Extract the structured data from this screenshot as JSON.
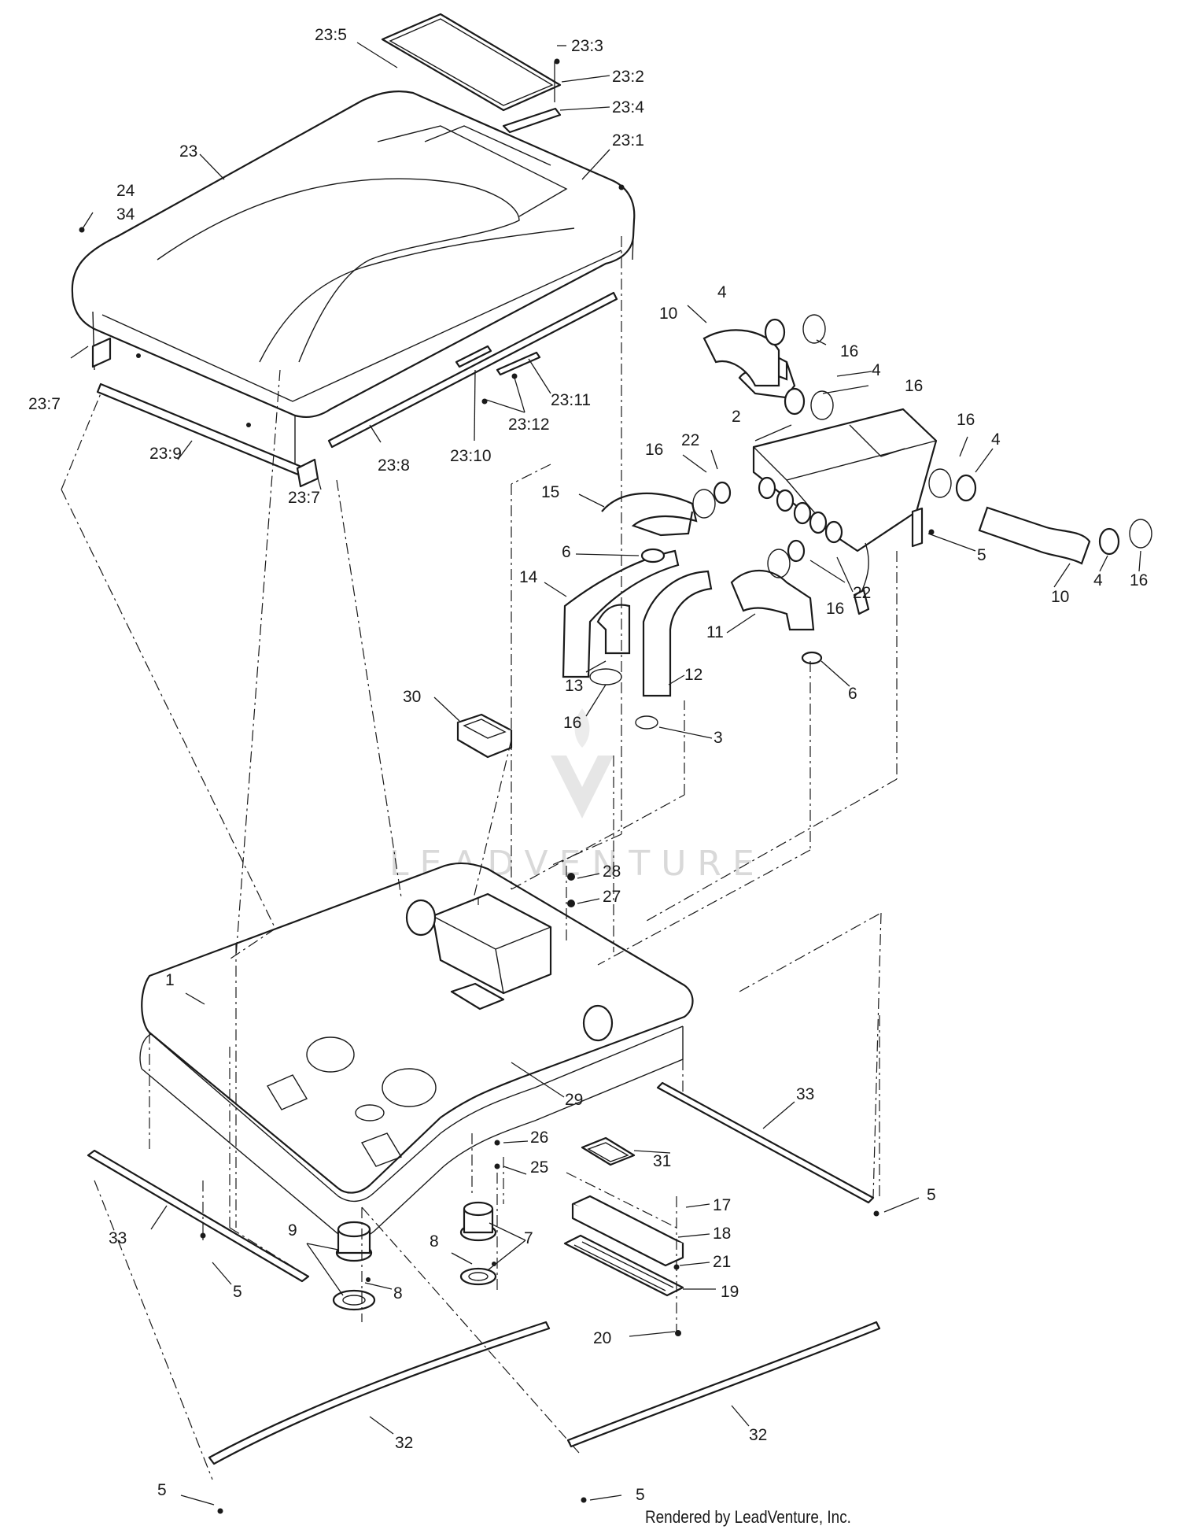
{
  "diagram": {
    "credit": "Rendered by LeadVenture, Inc.",
    "watermark": "LEADVENTURE",
    "callouts": [
      {
        "id": "c-23-5",
        "text": "23:5"
      },
      {
        "id": "c-23-3",
        "text": "23:3"
      },
      {
        "id": "c-23-2",
        "text": "23:2"
      },
      {
        "id": "c-23-4",
        "text": "23:4"
      },
      {
        "id": "c-23-1",
        "text": "23:1"
      },
      {
        "id": "c-23",
        "text": "23"
      },
      {
        "id": "c-24",
        "text": "24"
      },
      {
        "id": "c-34",
        "text": "34"
      },
      {
        "id": "c-23-7a",
        "text": "23:7"
      },
      {
        "id": "c-23-9",
        "text": "23:9"
      },
      {
        "id": "c-23-7b",
        "text": "23:7"
      },
      {
        "id": "c-23-8",
        "text": "23:8"
      },
      {
        "id": "c-23-10",
        "text": "23:10"
      },
      {
        "id": "c-23-12",
        "text": "23:12"
      },
      {
        "id": "c-23-11",
        "text": "23:11"
      },
      {
        "id": "c-4a",
        "text": "4"
      },
      {
        "id": "c-10a",
        "text": "10"
      },
      {
        "id": "c-16a",
        "text": "16"
      },
      {
        "id": "c-4b",
        "text": "4"
      },
      {
        "id": "c-16b",
        "text": "16"
      },
      {
        "id": "c-2",
        "text": "2"
      },
      {
        "id": "c-16c",
        "text": "16"
      },
      {
        "id": "c-4c",
        "text": "4"
      },
      {
        "id": "c-16d",
        "text": "16"
      },
      {
        "id": "c-22a",
        "text": "22"
      },
      {
        "id": "c-15",
        "text": "15"
      },
      {
        "id": "c-5a",
        "text": "5"
      },
      {
        "id": "c-6a",
        "text": "6"
      },
      {
        "id": "c-14",
        "text": "14"
      },
      {
        "id": "c-22b",
        "text": "22"
      },
      {
        "id": "c-16e",
        "text": "16"
      },
      {
        "id": "c-10b",
        "text": "10"
      },
      {
        "id": "c-4d",
        "text": "4"
      },
      {
        "id": "c-16f",
        "text": "16"
      },
      {
        "id": "c-11",
        "text": "11"
      },
      {
        "id": "c-13",
        "text": "13"
      },
      {
        "id": "c-12",
        "text": "12"
      },
      {
        "id": "c-6b",
        "text": "6"
      },
      {
        "id": "c-16g",
        "text": "16"
      },
      {
        "id": "c-3",
        "text": "3"
      },
      {
        "id": "c-30",
        "text": "30"
      },
      {
        "id": "c-28",
        "text": "28"
      },
      {
        "id": "c-27",
        "text": "27"
      },
      {
        "id": "c-1",
        "text": "1"
      },
      {
        "id": "c-29",
        "text": "29"
      },
      {
        "id": "c-33a",
        "text": "33"
      },
      {
        "id": "c-26",
        "text": "26"
      },
      {
        "id": "c-31",
        "text": "31"
      },
      {
        "id": "c-25",
        "text": "25"
      },
      {
        "id": "c-5b",
        "text": "5"
      },
      {
        "id": "c-33b",
        "text": "33"
      },
      {
        "id": "c-17",
        "text": "17"
      },
      {
        "id": "c-9",
        "text": "9"
      },
      {
        "id": "c-7",
        "text": "7"
      },
      {
        "id": "c-8a",
        "text": "8"
      },
      {
        "id": "c-18",
        "text": "18"
      },
      {
        "id": "c-21",
        "text": "21"
      },
      {
        "id": "c-5c",
        "text": "5"
      },
      {
        "id": "c-8b",
        "text": "8"
      },
      {
        "id": "c-19",
        "text": "19"
      },
      {
        "id": "c-20",
        "text": "20"
      },
      {
        "id": "c-32a",
        "text": "32"
      },
      {
        "id": "c-32b",
        "text": "32"
      },
      {
        "id": "c-5d",
        "text": "5"
      },
      {
        "id": "c-5e",
        "text": "5"
      }
    ]
  }
}
